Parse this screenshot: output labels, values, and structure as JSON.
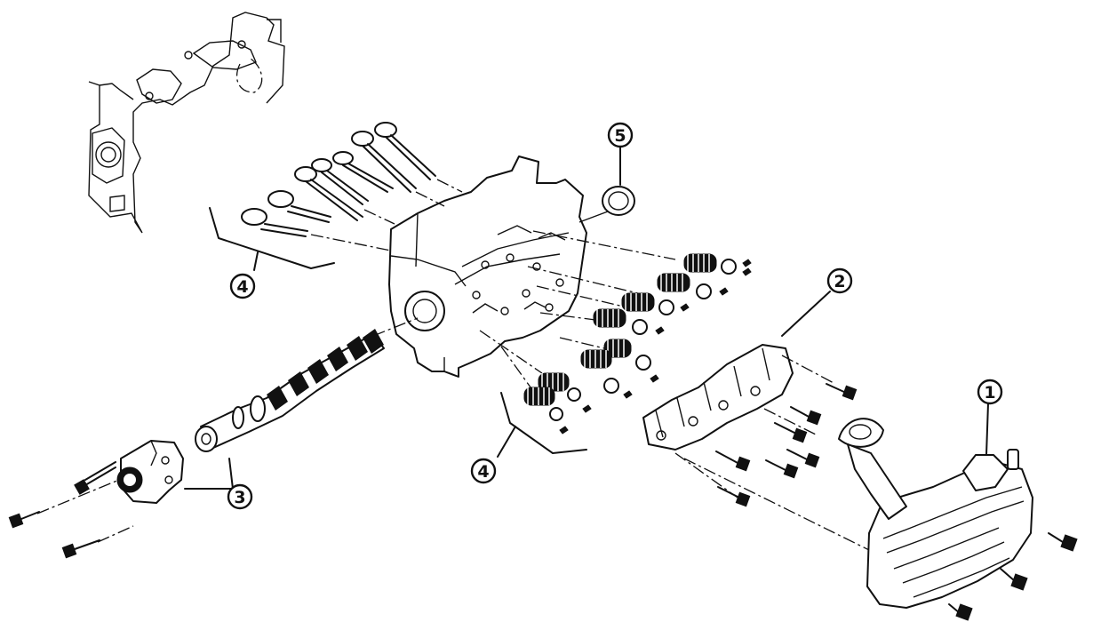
{
  "callouts": [
    {
      "label": "1"
    },
    {
      "label": "2"
    },
    {
      "label": "3"
    },
    {
      "label": "4"
    },
    {
      "label": "4"
    },
    {
      "label": "5"
    }
  ]
}
